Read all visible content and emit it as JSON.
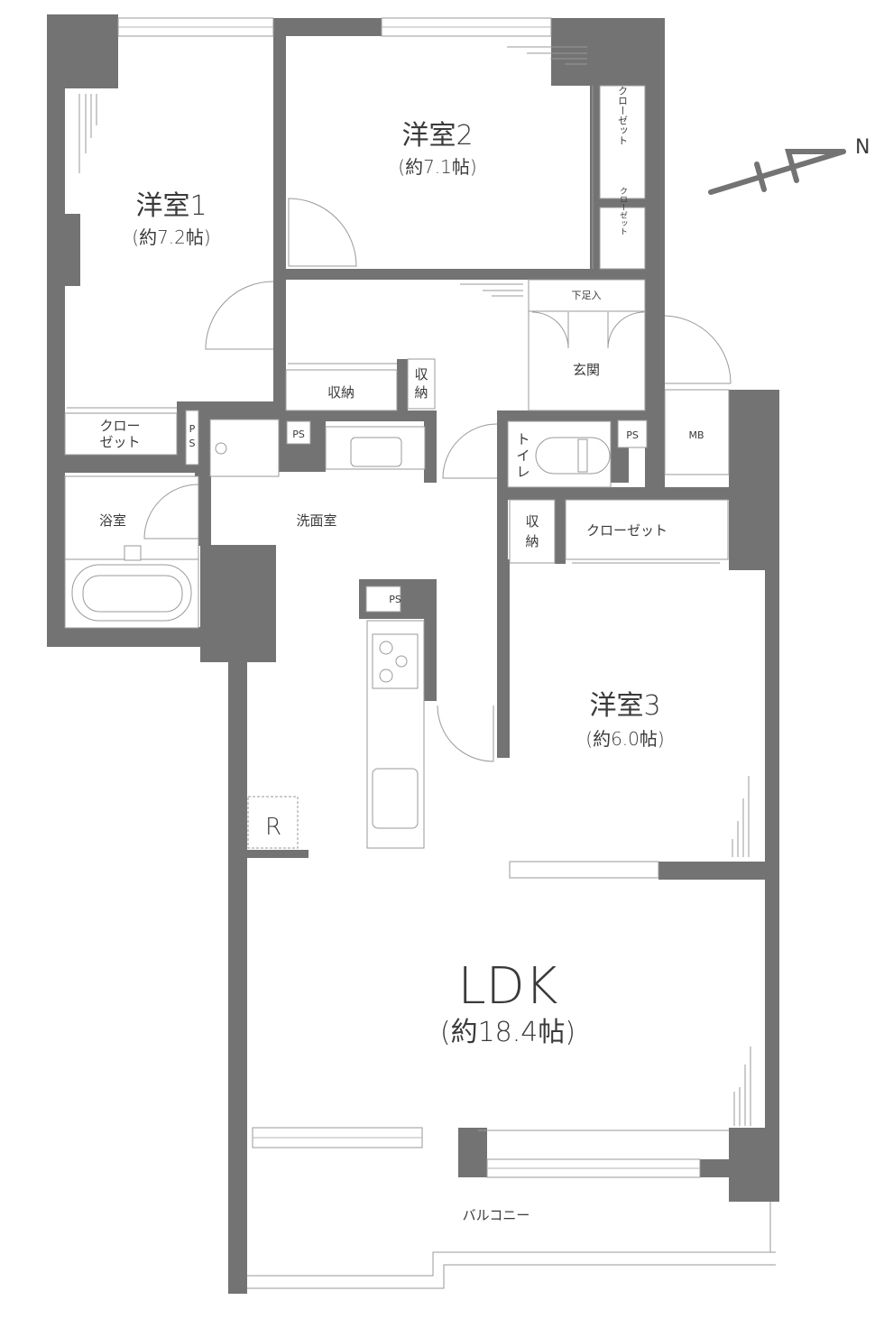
{
  "plan": {
    "rooms": {
      "western1": {
        "name": "洋室1",
        "area": "(約7.2帖)"
      },
      "western2": {
        "name": "洋室2",
        "area": "(約7.1帖)"
      },
      "western3": {
        "name": "洋室3",
        "area": "(約6.0帖)"
      },
      "ldk": {
        "name": "LDK",
        "area": "(約18.4帖)"
      }
    },
    "labels": {
      "closet_w2_a": "クローゼット",
      "closet_w2_b": "クローゼット",
      "closet_w1_line1": "クロー",
      "closet_w1_line2": "ゼット",
      "closet_w3": "クローゼット",
      "storage_hall": "収納",
      "storage_vert_1a": "収",
      "storage_vert_1b": "納",
      "storage_vert_2a": "収",
      "storage_vert_2b": "納",
      "ps_vert_1": "P",
      "ps_vert_2": "S",
      "ps_wash": "PS",
      "ps_toilet": "PS",
      "ps_kitchen": "PS",
      "shoe_storage": "下足入",
      "entrance": "玄関",
      "toilet_1": "ト",
      "toilet_2": "イ",
      "toilet_3": "レ",
      "mb": "MB",
      "bath": "浴室",
      "washroom": "洗面室",
      "fridge": "R",
      "balcony": "バルコニー",
      "north": "N"
    },
    "colors": {
      "wall": "#737373",
      "line": "#9a9a9a",
      "text": "#3a3a3a"
    }
  }
}
